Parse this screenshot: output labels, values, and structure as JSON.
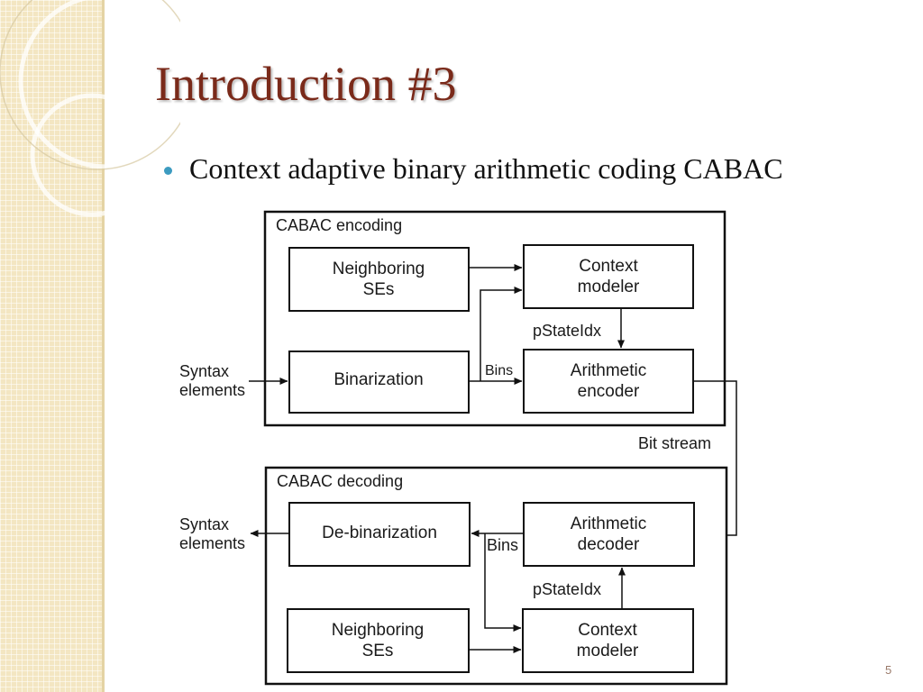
{
  "slide": {
    "title": "Introduction #3",
    "bullet": "Context adaptive binary arithmetic coding CABAC",
    "page_number": "5"
  },
  "diagram": {
    "encoding": {
      "panel_title": "CABAC encoding",
      "neighboring": [
        "Neighboring",
        "SEs"
      ],
      "context_modeler": [
        "Context",
        "modeler"
      ],
      "pstate": "pStateIdx",
      "binarization": "Binarization",
      "bins": "Bins",
      "arithmetic": [
        "Arithmetic",
        "encoder"
      ],
      "input": [
        "Syntax",
        "elements"
      ]
    },
    "bit_stream": "Bit stream",
    "decoding": {
      "panel_title": "CABAC decoding",
      "debinarization": "De-binarization",
      "arithmetic": [
        "Arithmetic",
        "decoder"
      ],
      "bins": "Bins",
      "pstate": "pStateIdx",
      "neighboring": [
        "Neighboring",
        "SEs"
      ],
      "context_modeler": [
        "Context",
        "modeler"
      ],
      "output": [
        "Syntax",
        "elements"
      ]
    }
  },
  "colors": {
    "title": "#7a2a1a",
    "bullet_dot": "#3c9bc0",
    "stripe": "#f3e6c2"
  }
}
